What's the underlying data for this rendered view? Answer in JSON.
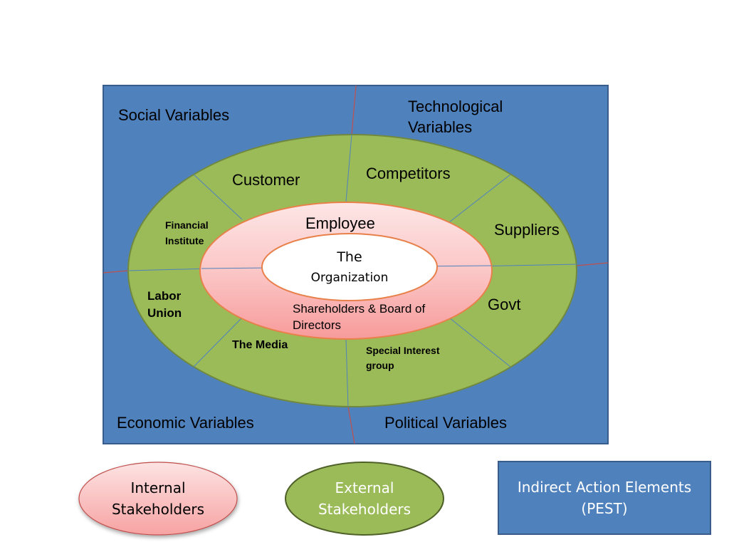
{
  "pest": {
    "social": "Social Variables",
    "technological": "Technological Variables",
    "economic": "Economic Variables",
    "political": "Political Variables"
  },
  "external": {
    "customer": "Customer",
    "competitors": "Competitors",
    "suppliers": "Suppliers",
    "govt": "Govt",
    "financial_institute": "Financial Institute",
    "labor_union": "Labor Union",
    "the_media": "The Media",
    "special_interest_group": "Special Interest group"
  },
  "internal": {
    "employee": "Employee",
    "shareholders": "Shareholders & Board of Directors"
  },
  "center": {
    "line1": "The",
    "line2": "Organization"
  },
  "legend": {
    "internal": "Internal Stakeholders",
    "external": "External Stakeholders",
    "indirect": "Indirect Action Elements (PEST)"
  },
  "colors": {
    "pest_blue": "#4f81bd",
    "pest_border": "#385d8a",
    "external_green": "#9bbb59",
    "external_border": "#71893f",
    "internal_pink": "#f9b3b3",
    "internal_border": "#e8804a",
    "divider_red": "#c0504d",
    "divider_blue": "#4f81bd"
  }
}
